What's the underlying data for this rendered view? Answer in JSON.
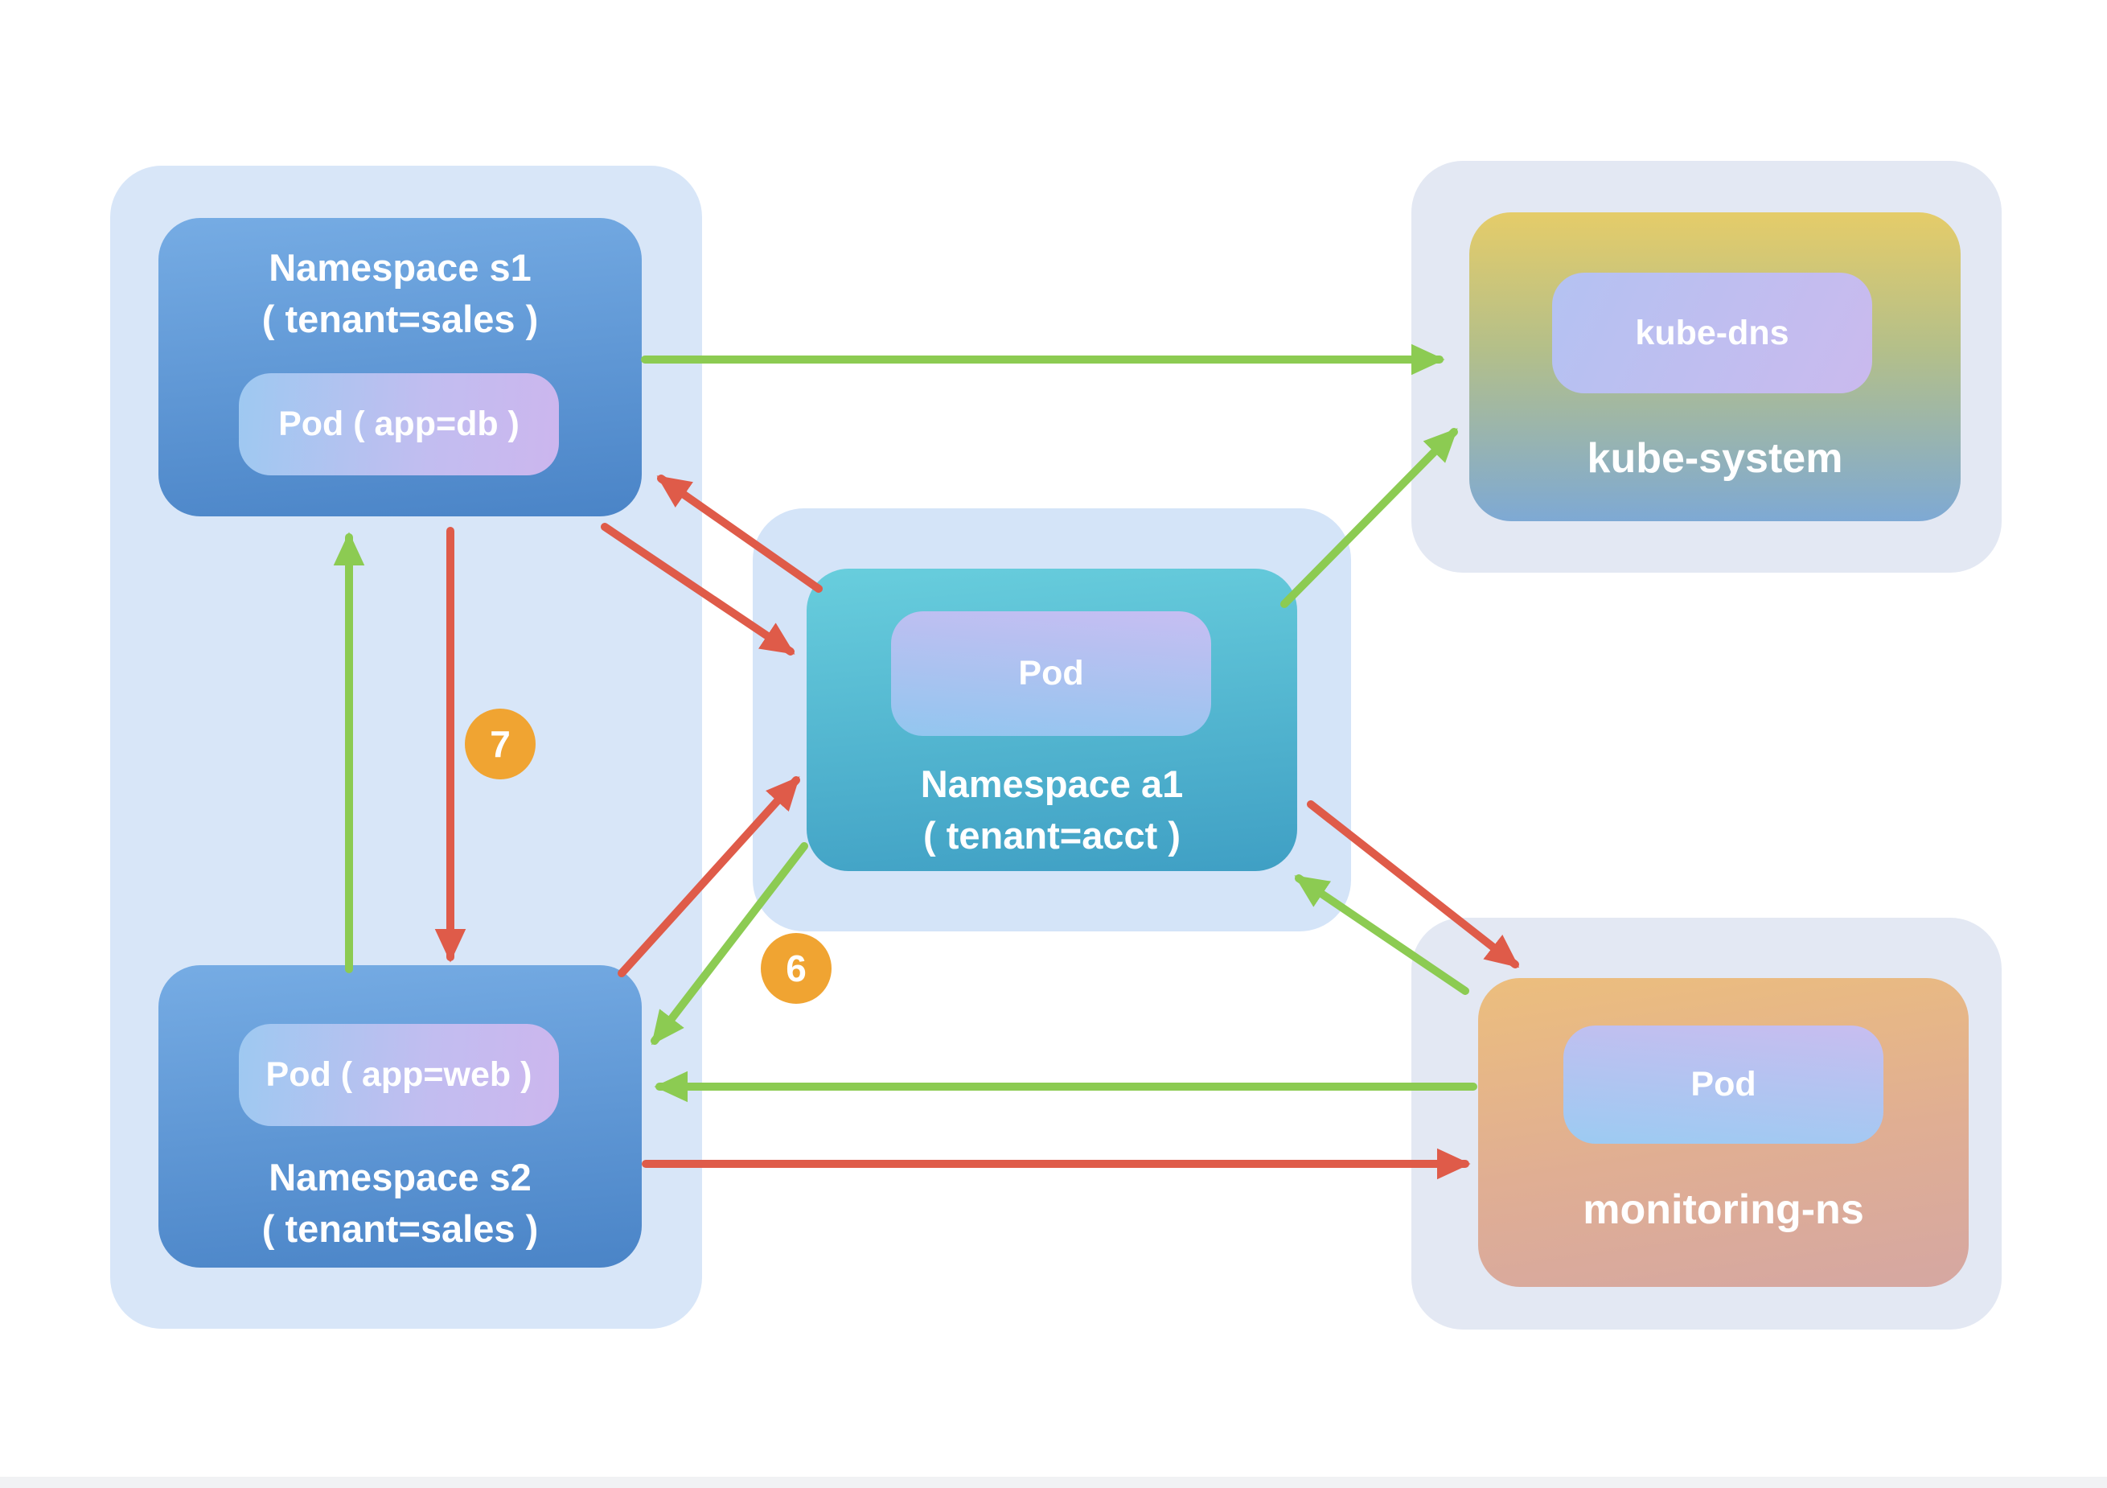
{
  "diagram": {
    "nodes": {
      "namespace_s1": {
        "title": "Namespace s1",
        "subtitle": "( tenant=sales )",
        "pod_label": "Pod ( app=db )"
      },
      "namespace_s2": {
        "title": "Namespace s2",
        "subtitle": "( tenant=sales )",
        "pod_label": "Pod ( app=web )"
      },
      "namespace_a1": {
        "title": "Namespace a1",
        "subtitle": "( tenant=acct )",
        "pod_label": "Pod"
      },
      "kube_system": {
        "title": "kube-system",
        "pod_label": "kube-dns"
      },
      "monitoring_ns": {
        "title": "monitoring-ns",
        "pod_label": "Pod"
      }
    },
    "badges": {
      "seven": "7",
      "six": "6"
    },
    "edges": [
      {
        "from": "namespace_s1",
        "to": "kube_system",
        "type": "allow"
      },
      {
        "from": "namespace_a1",
        "to": "kube_system",
        "type": "allow"
      },
      {
        "from": "namespace_s1",
        "to": "namespace_a1",
        "type": "deny"
      },
      {
        "from": "namespace_a1",
        "to": "namespace_s1",
        "type": "deny"
      },
      {
        "from": "namespace_s2",
        "to": "namespace_s1",
        "type": "allow"
      },
      {
        "from": "namespace_s1",
        "to": "namespace_s2",
        "type": "deny",
        "badge": "7"
      },
      {
        "from": "namespace_s2",
        "to": "namespace_a1",
        "type": "deny"
      },
      {
        "from": "namespace_a1",
        "to": "namespace_s2",
        "type": "allow",
        "badge": "6"
      },
      {
        "from": "monitoring_ns",
        "to": "namespace_s2",
        "type": "allow"
      },
      {
        "from": "namespace_s2",
        "to": "monitoring_ns",
        "type": "deny"
      },
      {
        "from": "namespace_a1",
        "to": "monitoring_ns",
        "type": "deny"
      },
      {
        "from": "monitoring_ns",
        "to": "namespace_a1",
        "type": "allow"
      }
    ],
    "colors": {
      "allow": "#8ccb52",
      "deny": "#df5b49",
      "badge": "#f0a432"
    }
  }
}
